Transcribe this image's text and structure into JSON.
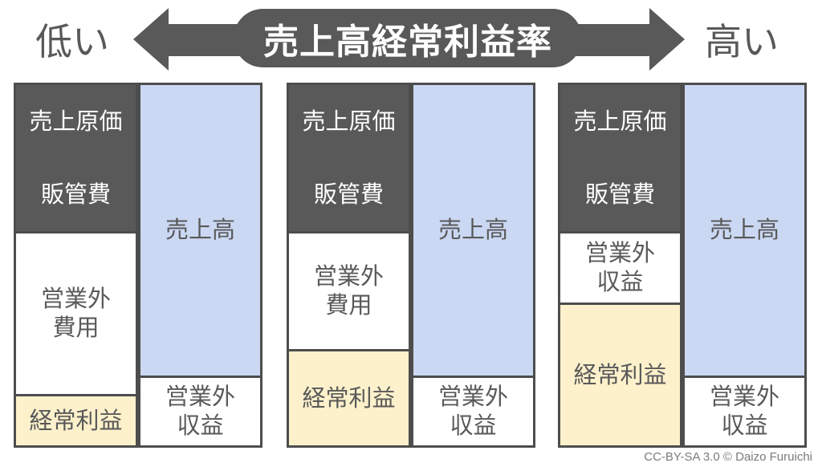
{
  "header": {
    "left_label": "低い",
    "title": "売上高経常利益率",
    "right_label": "高い"
  },
  "groups": [
    {
      "cost_of_sales": "売上原価",
      "sga": "販管費",
      "mid_block": {
        "line1": "営業外",
        "line2": "費用"
      },
      "ordinary_profit": "経常利益",
      "sales": "売上高",
      "income_block": {
        "line1": "営業外",
        "line2": "収益"
      }
    },
    {
      "cost_of_sales": "売上原価",
      "sga": "販管費",
      "mid_block": {
        "line1": "営業外",
        "line2": "費用"
      },
      "ordinary_profit": "経常利益",
      "sales": "売上高",
      "income_block": {
        "line1": "営業外",
        "line2": "収益"
      }
    },
    {
      "cost_of_sales": "売上原価",
      "sga": "販管費",
      "mid_block": {
        "line1": "営業外",
        "line2": "収益"
      },
      "ordinary_profit": "経常利益",
      "sales": "売上高",
      "income_block": {
        "line1": "営業外",
        "line2": "収益"
      }
    }
  ],
  "footer": {
    "attribution": "CC-BY-SA 3.0 © Daizo Furuichi"
  },
  "colors": {
    "dark": "#595959",
    "blue": "#cbd8f3",
    "yellow": "#fcf1cb",
    "border": "#4d4d4d",
    "attr": "#7a7a7a"
  }
}
